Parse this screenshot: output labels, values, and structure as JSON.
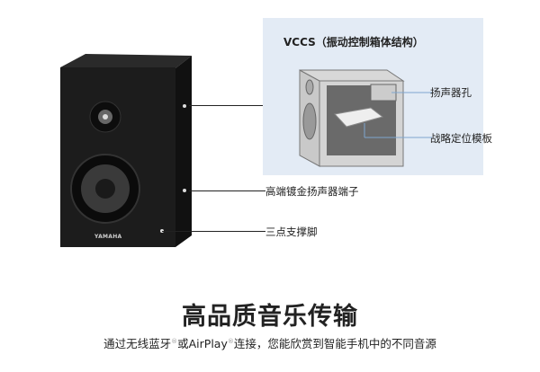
{
  "panel": {
    "title": "VCCS（振动控制箱体结构）",
    "callouts": [
      "扬声器孔",
      "战略定位模板"
    ]
  },
  "speaker": {
    "brand": "YAMAHA",
    "callouts": [
      "高端镀金扬声器端子",
      "三点支撑脚"
    ]
  },
  "headline": "高品质音乐传输",
  "subtitle": {
    "part1": "通过无线蓝牙",
    "mark": "®",
    "part2": "或AirPlay",
    "part3": "连接，您能欣赏到智能手机中的不同音源"
  },
  "colors": {
    "panel_bg": "#e3ebf5",
    "speaker": "#1a1a1a",
    "callout_line": "#7fa6cf"
  }
}
